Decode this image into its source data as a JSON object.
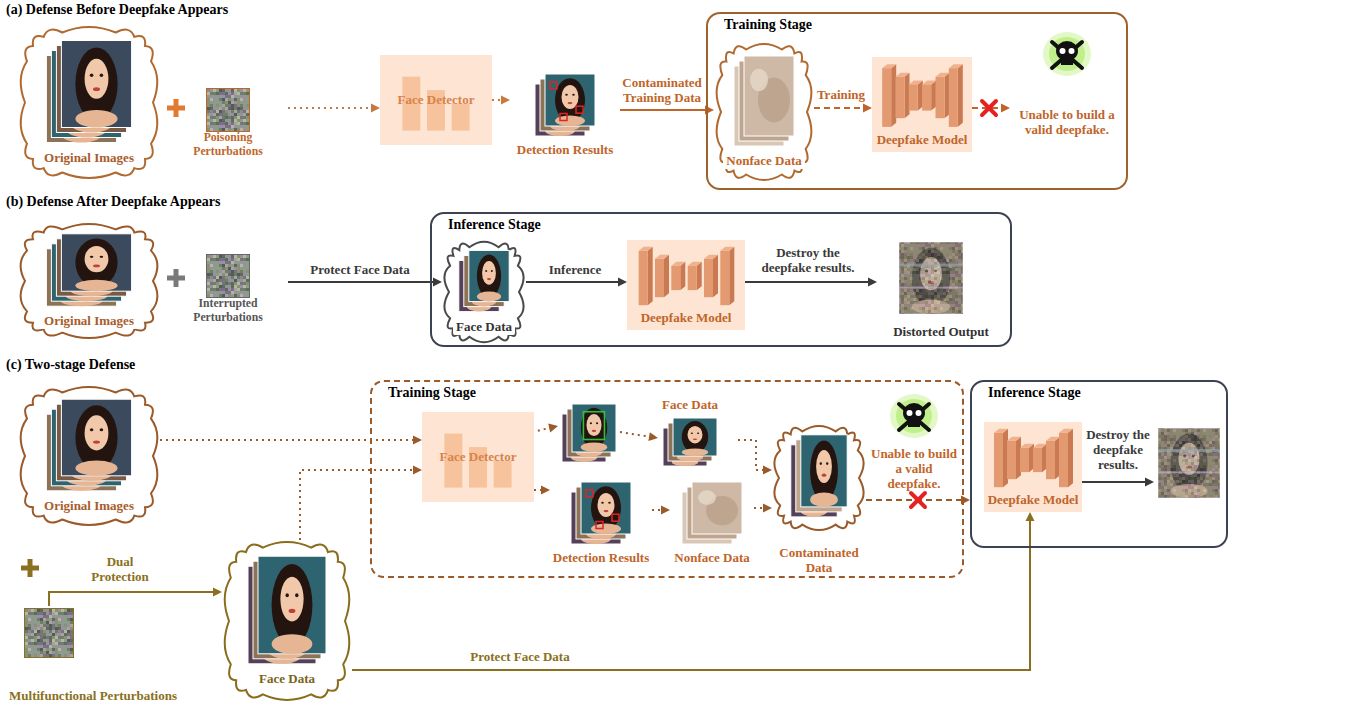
{
  "diagram": {
    "nodes": [
      {
        "text": [
          "Original Images"
        ]
      },
      {
        "text": [
          "Poisoning Perturbations"
        ]
      },
      {
        "text": [
          "Face Detector"
        ]
      },
      {
        "text": [
          "Detection Results"
        ]
      },
      {
        "text": [
          "Training Stage"
        ]
      },
      {
        "text": [
          "Nonface Data"
        ],
        "in": 4
      },
      {
        "text": [
          "Deepfake Model"
        ],
        "in": 4
      },
      {
        "text": [
          "Unable to build a valid deepfake."
        ],
        "in": 4
      },
      {
        "text": [
          "Original Images"
        ]
      },
      {
        "text": [
          "Interrupted Perturbations"
        ]
      },
      {
        "text": [
          "Inference Stage"
        ]
      },
      {
        "text": [
          "Face Data"
        ],
        "in": 10
      },
      {
        "text": [
          "Deepfake Model"
        ],
        "in": 10
      },
      {
        "text": [
          "Distorted Output"
        ],
        "in": 10
      },
      {
        "text": [
          "Original Images"
        ]
      },
      {
        "text": [
          "Multifunctional Perturbations"
        ]
      },
      {
        "text": [
          "Face Data"
        ]
      },
      {
        "text": [
          "Training Stage"
        ]
      },
      {
        "text": [
          "Face Detector"
        ],
        "in": 17
      },
      {
        "text": [
          "Face Data"
        ],
        "in": 17
      },
      {
        "text": [
          "Detection Results"
        ],
        "in": 17
      },
      {
        "text": [
          "Nonface Data"
        ],
        "in": 17
      },
      {
        "text": [
          "Contaminated Data"
        ],
        "in": 17
      },
      {
        "text": [
          "Unable to build a valid deepfake."
        ],
        "in": 17
      },
      {
        "text": [
          "Inference Stage"
        ]
      },
      {
        "text": [
          "Deepfake Model"
        ],
        "in": 24
      }
    ],
    "edges": [
      {
        "from": 1,
        "to": 2,
        "arrow": "to"
      },
      {
        "from": 2,
        "to": 3,
        "arrow": "to"
      },
      {
        "from": 3,
        "to": 5,
        "label": "Contaminated Training Data",
        "arrow": "to"
      },
      {
        "from": 5,
        "to": 6,
        "label": "Training",
        "arrow": "to"
      },
      {
        "from": 6,
        "to": 7,
        "arrow": "to"
      },
      {
        "from": 9,
        "to": 11,
        "label": "Protect Face Data",
        "arrow": "to"
      },
      {
        "from": 11,
        "to": 12,
        "label": "Inference",
        "arrow": "to"
      },
      {
        "from": 12,
        "to": 13,
        "label": "Destroy the deepfake results.",
        "arrow": "to"
      },
      {
        "from": 14,
        "to": 18,
        "arrow": "to"
      },
      {
        "from": 16,
        "to": 18,
        "arrow": "to"
      },
      {
        "from": 18,
        "to": 20,
        "arrow": "to"
      },
      {
        "from": 20,
        "to": 21,
        "arrow": "to"
      },
      {
        "from": 19,
        "to": 22,
        "arrow": "to"
      },
      {
        "from": 21,
        "to": 22,
        "arrow": "to"
      },
      {
        "from": 22,
        "to": 24,
        "arrow": "to"
      },
      {
        "from": 15,
        "to": 16,
        "label": "Dual Protection",
        "arrow": "to"
      },
      {
        "from": 16,
        "to": 25,
        "label": "Protect Face Data",
        "arrow": "to"
      }
    ],
    "labels": [
      "(a) Defense Before Deepfake Appears",
      "(b) Defense After Deepfake Appears",
      "(c) Two-stage Defense",
      "Destroy the deepfake results."
    ]
  }
}
